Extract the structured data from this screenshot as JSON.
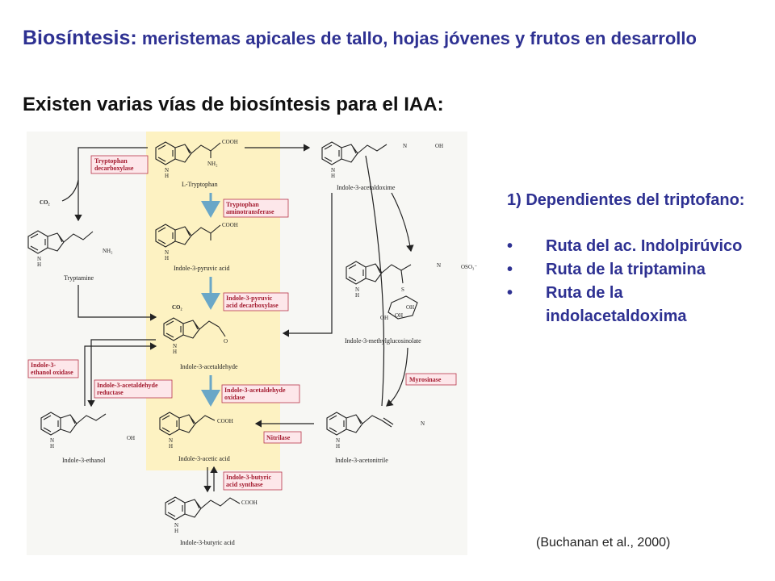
{
  "header": {
    "title_lead": "Biosíntesis:",
    "title_rest": " meristemas apicales de tallo, hojas jóvenes y frutos en desarrollo",
    "subtitle": "Existen varias vías de biosíntesis para el IAA:"
  },
  "side": {
    "dependent": "1)   Dependientes del triptofano:",
    "routes": [
      "Ruta del ac. Indolpirúvico",
      "Ruta de la triptamina",
      "Ruta de la indolacetaldoxima"
    ]
  },
  "citation": "(Buchanan et al., 2000)",
  "figure": {
    "compounds": {
      "tryptophan": "L-Tryptophan",
      "indole_pyruvic": "Indole-3-pyruvic acid",
      "indole_acetaldehyde": "Indole-3-acetaldehyde",
      "indole_acetic": "Indole-3-acetic acid",
      "indole_butyric": "Indole-3-butyric acid",
      "tryptamine": "Tryptamine",
      "indole_ethanol": "Indole-3-ethanol",
      "acetaldoxime": "Indole-3-acetaldoxime",
      "methylglucosinolate": "Indole-3-methylglucosinolate",
      "acetonitrile": "Indole-3-acetonitrile"
    },
    "enzymes": {
      "trp_decarboxylase": [
        "Tryptophan",
        "decarboxylase"
      ],
      "trp_aminotransferase": [
        "Tryptophan",
        "aminotransferase"
      ],
      "ipa_decarboxylase": [
        "Indole-3-pyruvic",
        "acid decarboxylase"
      ],
      "ethanol_oxidase": [
        "Indole-3-",
        "ethanol oxidase"
      ],
      "acetaldehyde_reductase": [
        "Indole-3-acetaldehyde",
        "reductase"
      ],
      "acetaldehyde_oxidase": [
        "Indole-3-acetaldehyde",
        "oxidase"
      ],
      "myrosinase": [
        "Myrosinase"
      ],
      "nitrilase": [
        "Nitrilase"
      ],
      "iba_synthase": [
        "Indole-3-butyric",
        "acid synthase"
      ]
    },
    "atoms": {
      "co2": "CO₂",
      "nh": "N",
      "h": "H",
      "cooh": "COOH",
      "nh2": "NH₂",
      "oh": "OH",
      "o": "O",
      "n": "N",
      "s": "S",
      "oso3": "OSO₃⁻"
    }
  },
  "colors": {
    "title": "#2e3192",
    "highlight": "#fdf2c2",
    "enzyme_border": "#b7354a",
    "arrow_highlight": "#6aa7c7"
  }
}
